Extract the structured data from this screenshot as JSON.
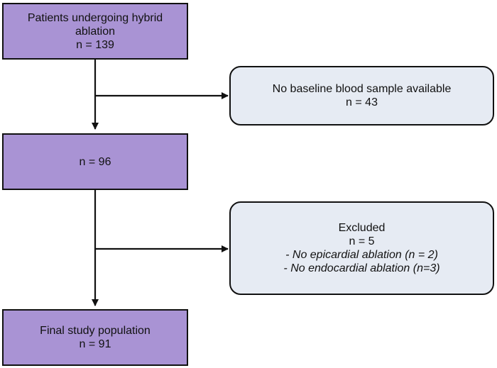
{
  "boxes": {
    "patients": {
      "line1": "Patients undergoing hybrid",
      "line2": "ablation",
      "count": "n = 139"
    },
    "after_baseline": {
      "count": "n = 96"
    },
    "final": {
      "line1": "Final study population",
      "count": "n = 91"
    }
  },
  "exclusions": {
    "no_baseline": {
      "label": "No baseline blood sample available",
      "count": "n = 43"
    },
    "excluded": {
      "label": "Excluded",
      "count": "n = 5",
      "reasons": [
        "- No epicardial ablation (n = 2)",
        "- No endocardial ablation (n=3)"
      ]
    }
  },
  "colors": {
    "main_fill": "#a993d4",
    "side_fill": "#e6ebf3",
    "stroke": "#111111"
  }
}
